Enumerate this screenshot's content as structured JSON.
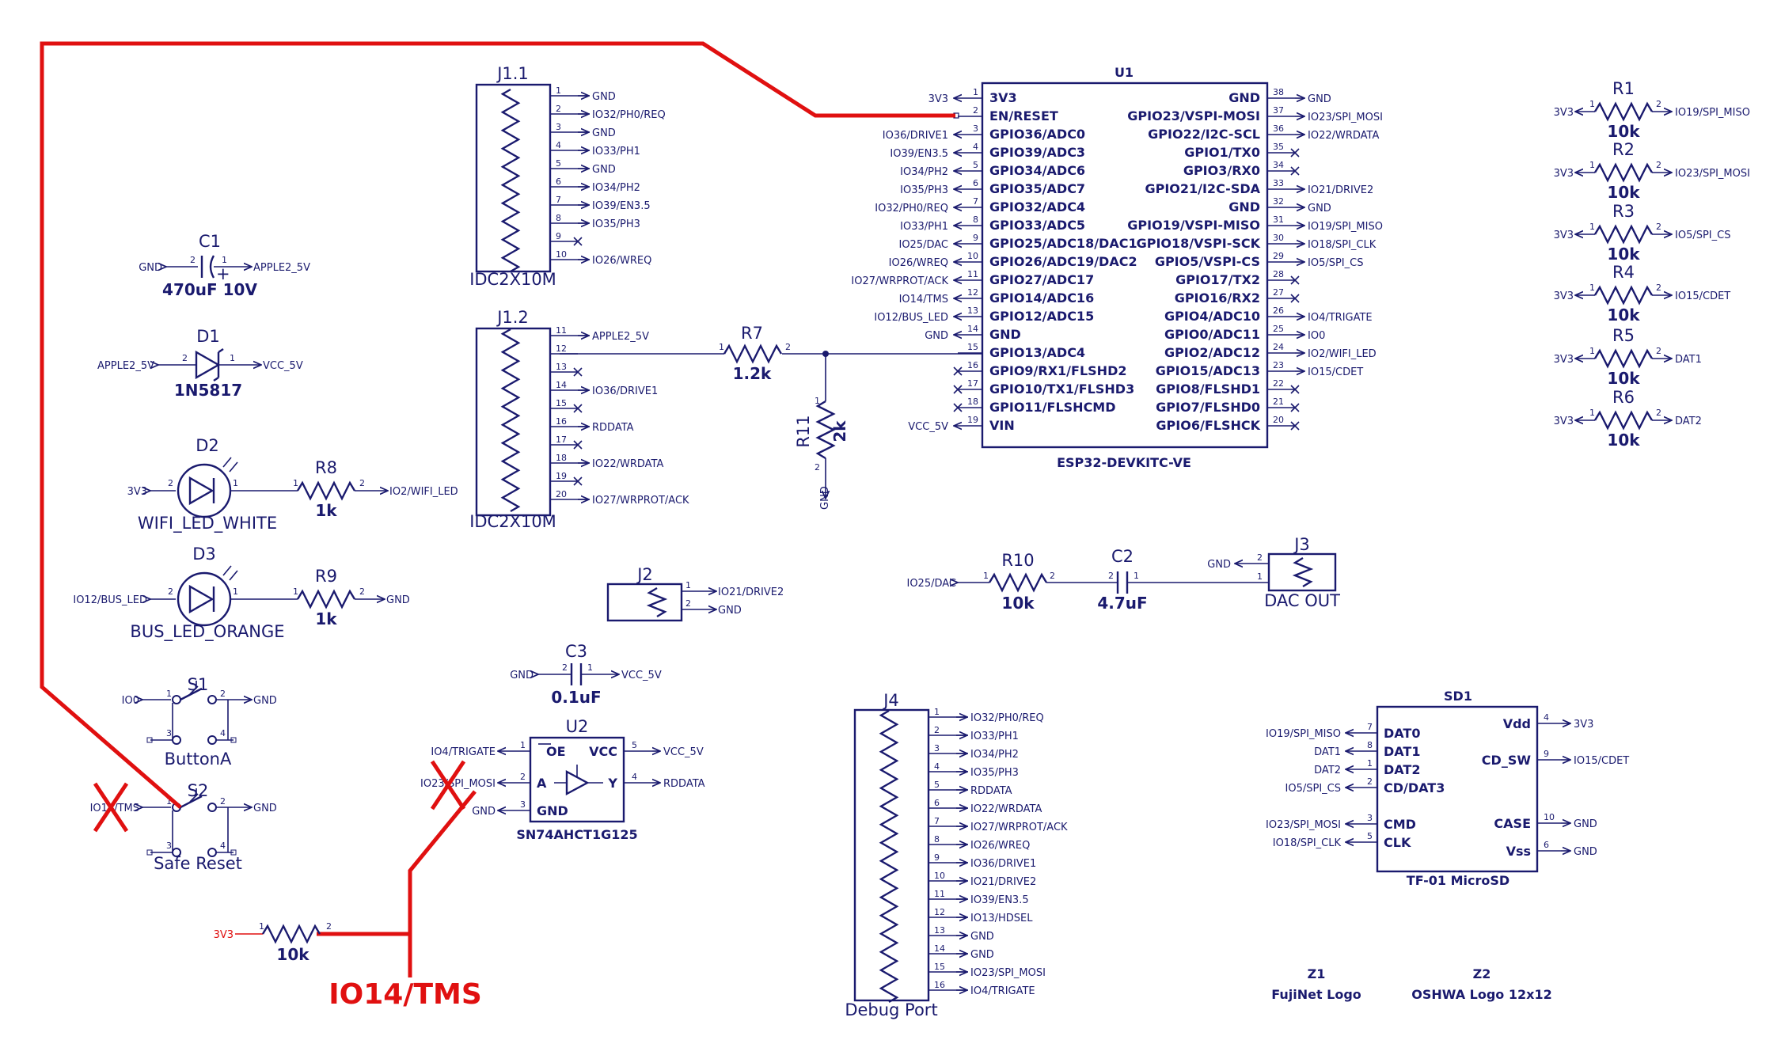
{
  "colors": {
    "ink": "#1a1a6e",
    "annotation": "#e01010"
  },
  "U1": {
    "ref": "U1",
    "value": "ESP32-DEVKITC-VE",
    "left_pins": [
      {
        "num": "1",
        "name": "3V3",
        "net": "3V3"
      },
      {
        "num": "2",
        "name": "EN/RESET",
        "net": ""
      },
      {
        "num": "3",
        "name": "GPIO36/ADC0",
        "net": "IO36/DRIVE1"
      },
      {
        "num": "4",
        "name": "GPIO39/ADC3",
        "net": "IO39/EN3.5"
      },
      {
        "num": "5",
        "name": "GPIO34/ADC6",
        "net": "IO34/PH2"
      },
      {
        "num": "6",
        "name": "GPIO35/ADC7",
        "net": "IO35/PH3"
      },
      {
        "num": "7",
        "name": "GPIO32/ADC4",
        "net": "IO32/PH0/REQ"
      },
      {
        "num": "8",
        "name": "GPIO33/ADC5",
        "net": "IO33/PH1"
      },
      {
        "num": "9",
        "name": "GPIO25/ADC18/DAC1",
        "net": "IO25/DAC"
      },
      {
        "num": "10",
        "name": "GPIO26/ADC19/DAC2",
        "net": "IO26/WREQ"
      },
      {
        "num": "11",
        "name": "GPIO27/ADC17",
        "net": "IO27/WRPROT/ACK"
      },
      {
        "num": "12",
        "name": "GPIO14/ADC16",
        "net": "IO14/TMS"
      },
      {
        "num": "13",
        "name": "GPIO12/ADC15",
        "net": "IO12/BUS_LED"
      },
      {
        "num": "14",
        "name": "GND",
        "net": "GND"
      },
      {
        "num": "15",
        "name": "GPIO13/ADC4",
        "net": ""
      },
      {
        "num": "16",
        "name": "GPIO9/RX1/FLSHD2",
        "net": "x"
      },
      {
        "num": "17",
        "name": "GPIO10/TX1/FLSHD3",
        "net": "x"
      },
      {
        "num": "18",
        "name": "GPIO11/FLSHCMD",
        "net": "x"
      },
      {
        "num": "19",
        "name": "VIN",
        "net": "VCC_5V"
      }
    ],
    "right_pins": [
      {
        "num": "38",
        "name": "GND",
        "net": "GND"
      },
      {
        "num": "37",
        "name": "GPIO23/VSPI-MOSI",
        "net": "IO23/SPI_MOSI"
      },
      {
        "num": "36",
        "name": "GPIO22/I2C-SCL",
        "net": "IO22/WRDATA"
      },
      {
        "num": "35",
        "name": "GPIO1/TX0",
        "net": "x"
      },
      {
        "num": "34",
        "name": "GPIO3/RX0",
        "net": "x"
      },
      {
        "num": "33",
        "name": "GPIO21/I2C-SDA",
        "net": "IO21/DRIVE2"
      },
      {
        "num": "32",
        "name": "GND",
        "net": "GND"
      },
      {
        "num": "31",
        "name": "GPIO19/VSPI-MISO",
        "net": "IO19/SPI_MISO"
      },
      {
        "num": "30",
        "name": "GPIO18/VSPI-SCK",
        "net": "IO18/SPI_CLK"
      },
      {
        "num": "29",
        "name": "GPIO5/VSPI-CS",
        "net": "IO5/SPI_CS"
      },
      {
        "num": "28",
        "name": "GPIO17/TX2",
        "net": "x"
      },
      {
        "num": "27",
        "name": "GPIO16/RX2",
        "net": "x"
      },
      {
        "num": "26",
        "name": "GPIO4/ADC10",
        "net": "IO4/TRIGATE"
      },
      {
        "num": "25",
        "name": "GPIO0/ADC11",
        "net": "IO0"
      },
      {
        "num": "24",
        "name": "GPIO2/ADC12",
        "net": "IO2/WIFI_LED"
      },
      {
        "num": "23",
        "name": "GPIO15/ADC13",
        "net": "IO15/CDET"
      },
      {
        "num": "22",
        "name": "GPIO8/FLSHD1",
        "net": "x"
      },
      {
        "num": "21",
        "name": "GPIO7/FLSHD0",
        "net": "x"
      },
      {
        "num": "20",
        "name": "GPIO6/FLSHCK",
        "net": "x"
      }
    ]
  },
  "J11": {
    "ref": "J1.1",
    "value": "IDC2X10M",
    "pins": [
      {
        "num": "1",
        "net": "GND"
      },
      {
        "num": "2",
        "net": "IO32/PH0/REQ"
      },
      {
        "num": "3",
        "net": "GND"
      },
      {
        "num": "4",
        "net": "IO33/PH1"
      },
      {
        "num": "5",
        "net": "GND"
      },
      {
        "num": "6",
        "net": "IO34/PH2"
      },
      {
        "num": "7",
        "net": "IO39/EN3.5"
      },
      {
        "num": "8",
        "net": "IO35/PH3"
      },
      {
        "num": "9",
        "net": "x"
      },
      {
        "num": "10",
        "net": "IO26/WREQ"
      }
    ]
  },
  "J12": {
    "ref": "J1.2",
    "value": "IDC2X10M",
    "pins": [
      {
        "num": "11",
        "net": "APPLE2_5V"
      },
      {
        "num": "12",
        "net": ""
      },
      {
        "num": "13",
        "net": "x"
      },
      {
        "num": "14",
        "net": "IO36/DRIVE1"
      },
      {
        "num": "15",
        "net": "x"
      },
      {
        "num": "16",
        "net": "RDDATA"
      },
      {
        "num": "17",
        "net": "x"
      },
      {
        "num": "18",
        "net": "IO22/WRDATA"
      },
      {
        "num": "19",
        "net": "x"
      },
      {
        "num": "20",
        "net": "IO27/WRPROT/ACK"
      }
    ]
  },
  "J4": {
    "ref": "J4",
    "value": "Debug Port",
    "pins": [
      {
        "num": "1",
        "net": "IO32/PH0/REQ"
      },
      {
        "num": "2",
        "net": "IO33/PH1"
      },
      {
        "num": "3",
        "net": "IO34/PH2"
      },
      {
        "num": "4",
        "net": "IO35/PH3"
      },
      {
        "num": "5",
        "net": "RDDATA"
      },
      {
        "num": "6",
        "net": "IO22/WRDATA"
      },
      {
        "num": "7",
        "net": "IO27/WRPROT/ACK"
      },
      {
        "num": "8",
        "net": "IO26/WREQ"
      },
      {
        "num": "9",
        "net": "IO36/DRIVE1"
      },
      {
        "num": "10",
        "net": "IO21/DRIVE2"
      },
      {
        "num": "11",
        "net": "IO39/EN3.5"
      },
      {
        "num": "12",
        "net": "IO13/HDSEL"
      },
      {
        "num": "13",
        "net": "GND"
      },
      {
        "num": "14",
        "net": "GND"
      },
      {
        "num": "15",
        "net": "IO23/SPI_MOSI"
      },
      {
        "num": "16",
        "net": "IO4/TRIGATE"
      }
    ]
  },
  "J2": {
    "ref": "J2",
    "pins": [
      {
        "num": "1",
        "net": "IO21/DRIVE2"
      },
      {
        "num": "2",
        "net": "GND"
      }
    ]
  },
  "J3": {
    "ref": "J3",
    "value": "DAC OUT",
    "pins": [
      {
        "num": "2",
        "net": "GND"
      },
      {
        "num": "1",
        "net": ""
      }
    ]
  },
  "C1": {
    "ref": "C1",
    "value": "470uF 10V",
    "left_net": "GND",
    "right_net": "APPLE2_5V",
    "plus": "+"
  },
  "D1": {
    "ref": "D1",
    "value": "1N5817",
    "left_net": "APPLE2_5V",
    "right_net": "VCC_5V"
  },
  "D2": {
    "ref": "D2",
    "value": "WIFI_LED_WHITE",
    "left_net": "3V3"
  },
  "D3": {
    "ref": "D3",
    "value": "BUS_LED_ORANGE",
    "left_net": "IO12/BUS_LED"
  },
  "R8": {
    "ref": "R8",
    "value": "1k",
    "right_net": "IO2/WIFI_LED"
  },
  "R9": {
    "ref": "R9",
    "value": "1k",
    "right_net": "GND"
  },
  "R7": {
    "ref": "R7",
    "value": "1.2k"
  },
  "R11": {
    "ref": "R11",
    "value": "2k",
    "bottom_net": "GND"
  },
  "R10": {
    "ref": "R10",
    "value": "10k",
    "left_net": "IO25/DAC"
  },
  "C2": {
    "ref": "C2",
    "value": "4.7uF"
  },
  "C3": {
    "ref": "C3",
    "value": "0.1uF",
    "left_net": "GND",
    "right_net": "VCC_5V"
  },
  "S1": {
    "ref": "S1",
    "value": "ButtonA",
    "left_net": "IO0",
    "right_net": "GND",
    "pins": [
      "1",
      "2",
      "3",
      "4"
    ]
  },
  "S2": {
    "ref": "S2",
    "value": "Safe Reset",
    "left_net": "IO14/TMS",
    "right_net": "GND"
  },
  "U2": {
    "ref": "U2",
    "value": "SN74AHCT1G125",
    "pins": [
      {
        "num": "1",
        "name": "OE",
        "net": "IO4/TRIGATE"
      },
      {
        "num": "2",
        "name": "A",
        "net": "IO23/SPI_MOSI"
      },
      {
        "num": "3",
        "name": "GND",
        "net": "GND"
      },
      {
        "num": "5",
        "name": "VCC",
        "net": "VCC_5V"
      },
      {
        "num": "4",
        "name": "Y",
        "net": "RDDATA"
      }
    ]
  },
  "pullups": [
    {
      "ref": "R1",
      "value": "10k",
      "left_net": "3V3",
      "right_net": "IO19/SPI_MISO"
    },
    {
      "ref": "R2",
      "value": "10k",
      "left_net": "3V3",
      "right_net": "IO23/SPI_MOSI"
    },
    {
      "ref": "R3",
      "value": "10k",
      "left_net": "3V3",
      "right_net": "IO5/SPI_CS"
    },
    {
      "ref": "R4",
      "value": "10k",
      "left_net": "3V3",
      "right_net": "IO15/CDET"
    },
    {
      "ref": "R5",
      "value": "10k",
      "left_net": "3V3",
      "right_net": "DAT1"
    },
    {
      "ref": "R6",
      "value": "10k",
      "left_net": "3V3",
      "right_net": "DAT2"
    }
  ],
  "SD1": {
    "ref": "SD1",
    "value": "TF-01 MicroSD",
    "left_pins": [
      {
        "num": "7",
        "name": "DAT0",
        "net": "IO19/SPI_MISO"
      },
      {
        "num": "8",
        "name": "DAT1",
        "net": "DAT1"
      },
      {
        "num": "1",
        "name": "DAT2",
        "net": "DAT2"
      },
      {
        "num": "2",
        "name": "CD/DAT3",
        "net": "IO5/SPI_CS"
      },
      {
        "num": "3",
        "name": "CMD",
        "net": "IO23/SPI_MOSI"
      },
      {
        "num": "5",
        "name": "CLK",
        "net": "IO18/SPI_CLK"
      }
    ],
    "right_pins": [
      {
        "num": "4",
        "name": "Vdd",
        "net": "3V3"
      },
      {
        "num": "9",
        "name": "CD_SW",
        "net": "IO15/CDET"
      },
      {
        "num": "10",
        "name": "CASE",
        "net": "GND"
      },
      {
        "num": "6",
        "name": "Vss",
        "net": "GND"
      }
    ]
  },
  "Z1": {
    "ref": "Z1",
    "value": "FujiNet Logo"
  },
  "Z2": {
    "ref": "Z2",
    "value": "OSHWA Logo 12x12"
  },
  "annotation": {
    "pullup_left_net": "3V3",
    "pullup_value": "10k",
    "pin1": "1",
    "pin2": "2",
    "label": "IO14/TMS"
  }
}
